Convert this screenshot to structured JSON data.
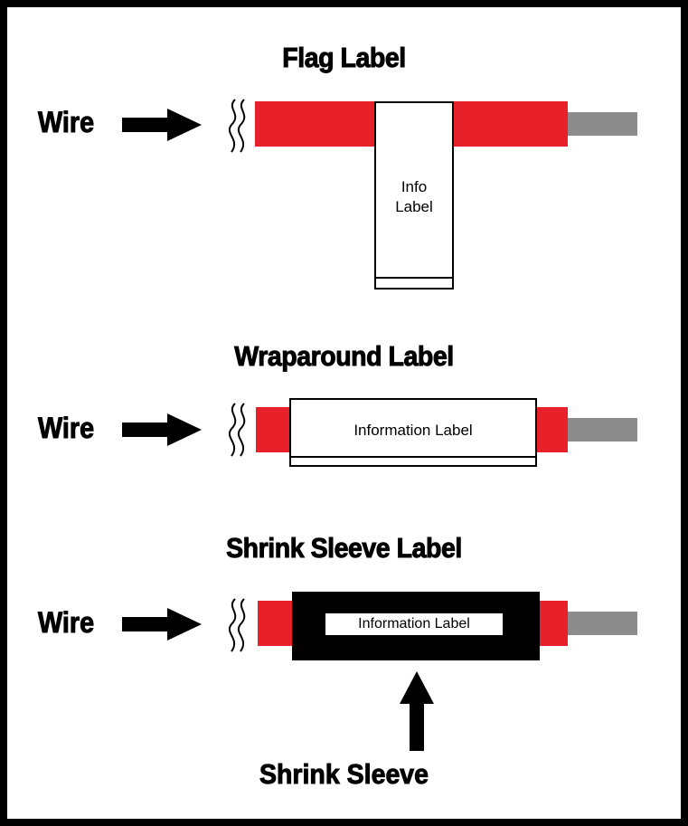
{
  "sections": {
    "flag": {
      "title": "Flag Label",
      "wire_label": "Wire",
      "label_text_line1": "Info",
      "label_text_line2": "Label"
    },
    "wraparound": {
      "title": "Wraparound Label",
      "wire_label": "Wire",
      "label_text": "Information Label"
    },
    "shrink": {
      "title": "Shrink Sleeve Label",
      "wire_label": "Wire",
      "label_text": "Information Label",
      "sleeve_caption": "Shrink Sleeve"
    }
  },
  "colors": {
    "insulation": "#e8202a",
    "conductor": "#8c8c8c",
    "outline": "#000000",
    "sleeve": "#000000",
    "background": "#ffffff"
  },
  "icons": {
    "pointer_arrow": "arrow-right-icon",
    "wire_break": "squiggle-break-icon",
    "caption_arrow": "arrow-up-icon"
  }
}
